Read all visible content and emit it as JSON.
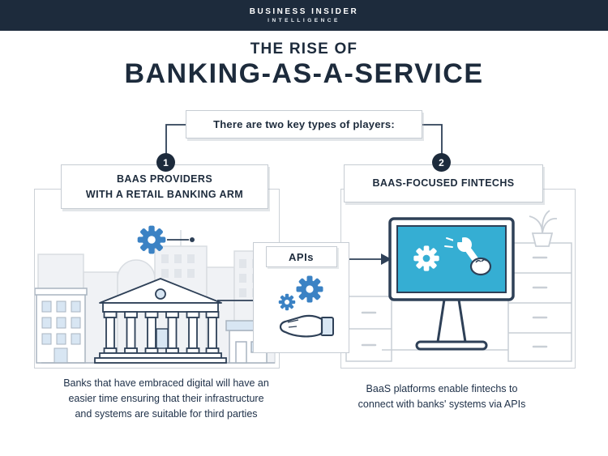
{
  "header": {
    "brand_line1": "BUSINESS INSIDER",
    "brand_line2": "INTELLIGENCE"
  },
  "title": {
    "kicker": "THE RISE OF",
    "main": "BANKING-AS-A-SERVICE"
  },
  "diagram": {
    "intro": "There are two key types of players:",
    "apis_label": "APIs",
    "players": [
      {
        "number": "1",
        "label": "BAAS PROVIDERS\nWITH A RETAIL BANKING ARM",
        "caption": "Banks that have embraced digital will have an\neasier time ensuring that their infrastructure\nand systems are suitable for third parties"
      },
      {
        "number": "2",
        "label": "BAAS-FOCUSED FINTECHS",
        "caption": "BaaS platforms enable fintechs to\nconnect with banks' systems via APIs"
      }
    ]
  },
  "colors": {
    "navy": "#1d2b3c",
    "outline_navy": "#2e4057",
    "gear_blue": "#3b82c4",
    "screen_blue": "#35aed3",
    "panel_border": "#c6ccd3",
    "light_blue_fill": "#d8e6f3"
  }
}
